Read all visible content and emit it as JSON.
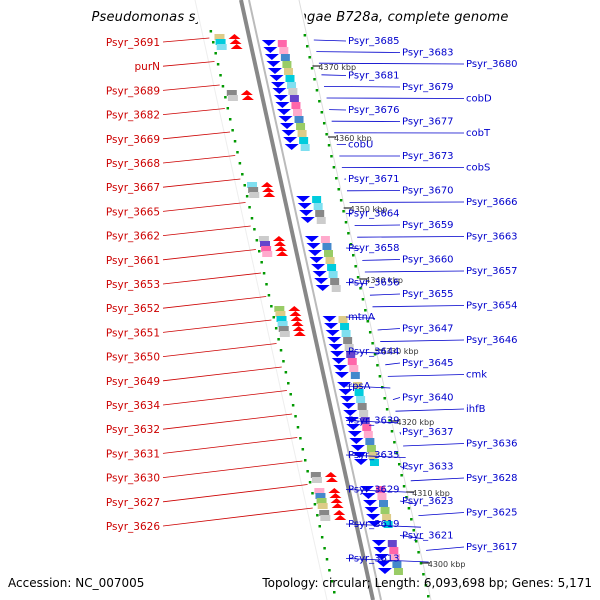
{
  "title": "Pseudomonas syringae pv. syringae B728a, complete genome",
  "footer": {
    "accession": "Accession: NC_007005",
    "summary": "Topology: circular; Length: 6,093,698 bp; Genes: 5,171"
  },
  "colors": {
    "left_label": "#cc0000",
    "right_label": "#0000cc",
    "reverse_gene": "#0000ff",
    "forward_gene": "#ff0000",
    "backbone": "#777777",
    "tick": "#009900"
  },
  "scale_labels": [
    "4370 kbp",
    "4360 kbp",
    "4350 kbp",
    "4340 kbp",
    "4330 kbp",
    "4320 kbp",
    "4310 kbp",
    "4300 kbp"
  ],
  "left_labels": [
    "Psyr_3691",
    "purN",
    "Psyr_3689",
    "Psyr_3682",
    "Psyr_3669",
    "Psyr_3668",
    "Psyr_3667",
    "Psyr_3665",
    "Psyr_3662",
    "Psyr_3661",
    "Psyr_3653",
    "Psyr_3652",
    "Psyr_3651",
    "Psyr_3650",
    "Psyr_3649",
    "Psyr_3634",
    "Psyr_3632",
    "Psyr_3631",
    "Psyr_3630",
    "Psyr_3627",
    "Psyr_3626"
  ],
  "right_labels": [
    "Psyr_3685",
    "Psyr_3683",
    "Psyr_3680",
    "Psyr_3681",
    "Psyr_3679",
    "cobD",
    "Psyr_3676",
    "Psyr_3677",
    "cobT",
    "cobU",
    "Psyr_3673",
    "cobS",
    "Psyr_3671",
    "Psyr_3670",
    "Psyr_3666",
    "Psyr_3664",
    "Psyr_3659",
    "Psyr_3663",
    "Psyr_3658",
    "Psyr_3660",
    "Psyr_3657",
    "Psyr_3656",
    "Psyr_3655",
    "Psyr_3654",
    "mtnA",
    "Psyr_3647",
    "Psyr_3646",
    "Psyr_3644",
    "Psyr_3645",
    "cmk",
    "rpsA",
    "Psyr_3640",
    "ihfB",
    "Psyr_3639",
    "Psyr_3637",
    "Psyr_3636",
    "Psyr_3635",
    "Psyr_3633",
    "Psyr_3628",
    "Psyr_3629",
    "Psyr_3623",
    "Psyr_3625",
    "Psyr_3619",
    "Psyr_3621",
    "Psyr_3617",
    "Psyr_3613"
  ]
}
